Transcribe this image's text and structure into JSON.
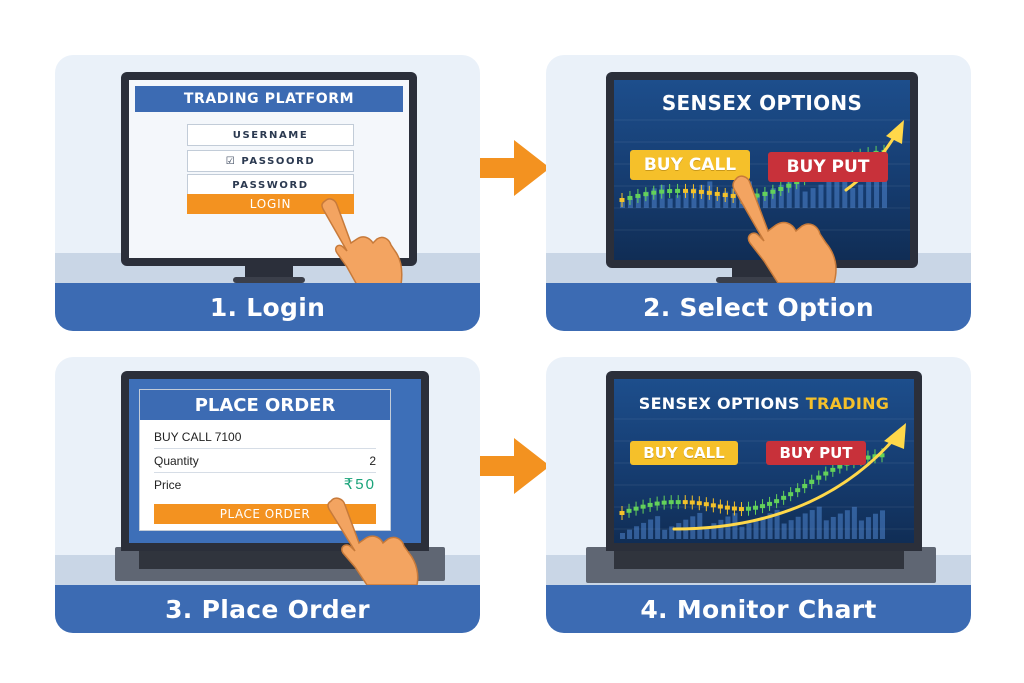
{
  "steps": [
    {
      "caption": "1. Login",
      "screen": {
        "title": "TRADING PLATFORM",
        "fields": [
          "USERNAME",
          "☑ PASSOORD",
          "PASSWORD"
        ],
        "button": "LOGIN"
      }
    },
    {
      "caption": "2. Select Option",
      "screen": {
        "title": "SENSEX OPTIONS",
        "buy_call": "BUY CALL",
        "buy_put": "BUY PUT"
      }
    },
    {
      "caption": "3. Place Order",
      "screen": {
        "title": "PLACE ORDER",
        "rows": [
          {
            "label": "BUY CALL 7100",
            "value": ""
          },
          {
            "label": "Quantity",
            "value": "2"
          },
          {
            "label": "Price",
            "value": "₹50"
          }
        ],
        "button": "PLACE ORDER"
      }
    },
    {
      "caption": "4. Monitor Chart",
      "screen": {
        "title_main": "SENSEX OPTIONS",
        "title_accent": " TRADING",
        "buy_call": "BUY CALL",
        "buy_put": "BUY PUT"
      }
    }
  ],
  "colors": {
    "panel_bg": "#eaf1f9",
    "caption_bg": "#3c6bb3",
    "accent_orange": "#f39220",
    "call_yellow": "#f5c02a",
    "put_red": "#c8313a",
    "price_green": "#1aa37a",
    "candle_green": "#63d15a",
    "candle_yellow": "#f3c12a"
  },
  "icons": [
    "arrow-right-icon",
    "pointing-hand-icon",
    "candlestick-chart-icon",
    "trend-arrow-icon",
    "checkbox-icon"
  ]
}
